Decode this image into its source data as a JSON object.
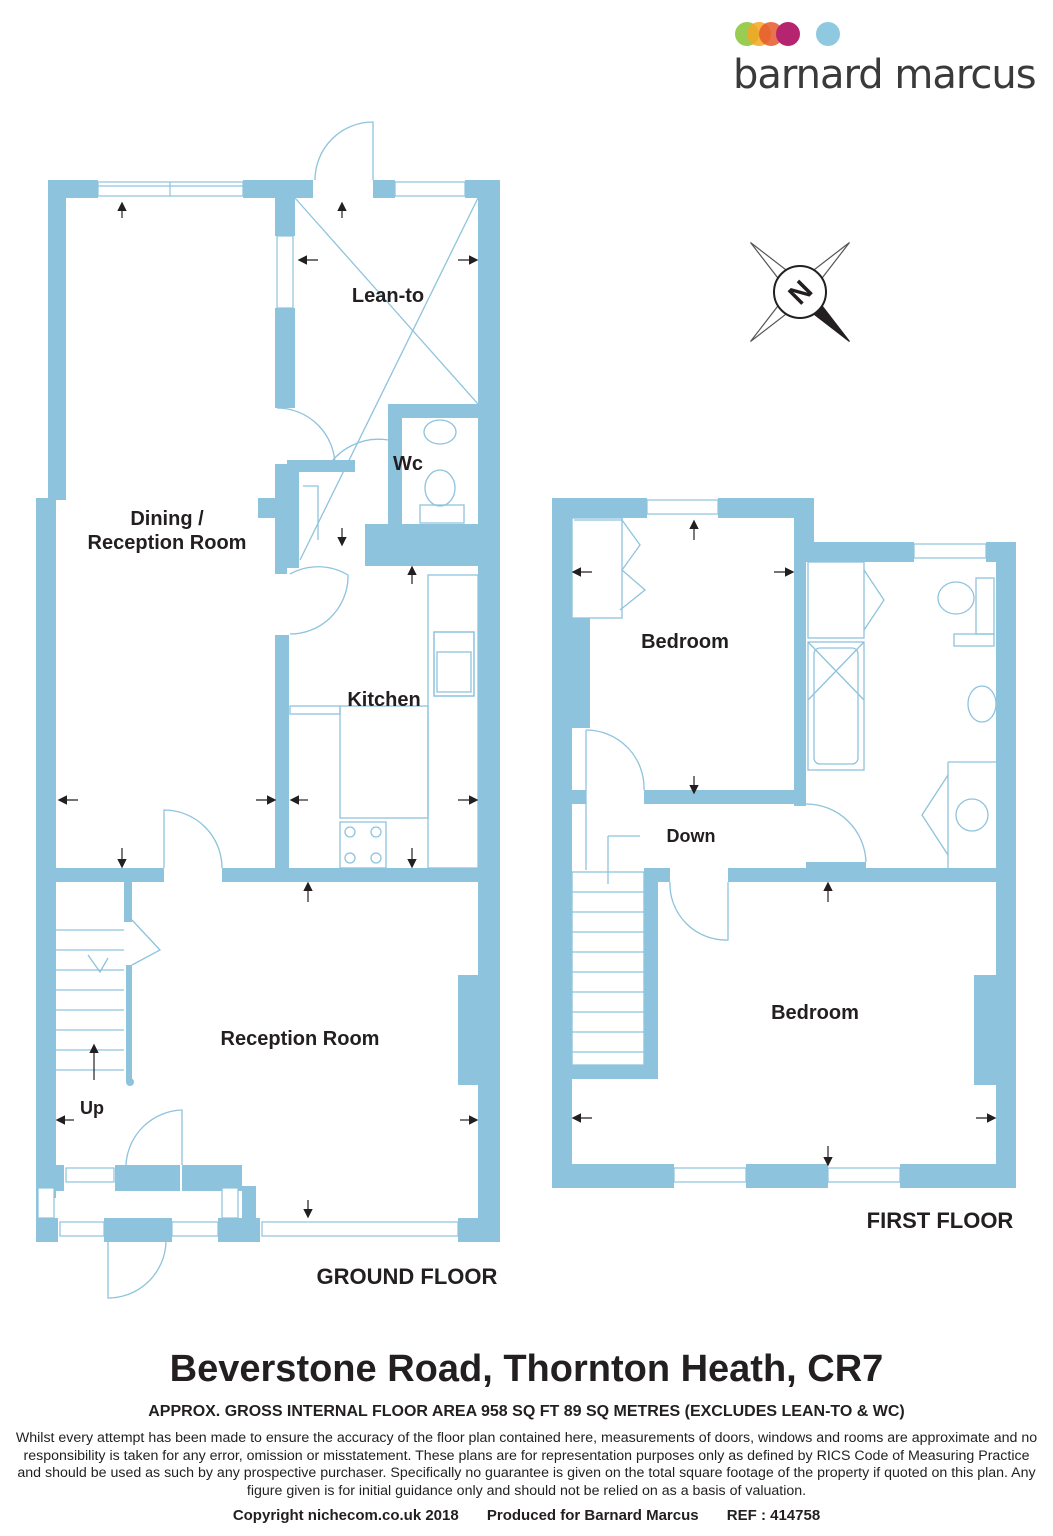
{
  "brand": {
    "name": "barnard marcus",
    "dot_colors": [
      "#8dc63f",
      "#f6a623",
      "#e5582b",
      "#b5246f",
      "#8ec9e0"
    ]
  },
  "colors": {
    "wall": "#8ec3dd",
    "text": "#231f20"
  },
  "ground_floor": {
    "label": "GROUND FLOOR",
    "rooms": {
      "lean_to": "Lean-to",
      "wc": "Wc",
      "dining_line1": "Dining /",
      "dining_line2": "Reception Room",
      "kitchen": "Kitchen",
      "reception": "Reception Room",
      "stairs_up": "Up"
    }
  },
  "first_floor": {
    "label": "FIRST FLOOR",
    "rooms": {
      "bedroom_rear": "Bedroom",
      "bedroom_front": "Bedroom",
      "stairs_down": "Down"
    }
  },
  "compass": {
    "north_letter": "N",
    "icon": "compass-rose-icon"
  },
  "footer": {
    "address": "Beverstone Road, Thornton Heath, CR7",
    "area_text": "APPROX. GROSS INTERNAL FLOOR AREA 958 SQ FT 89 SQ METRES (EXCLUDES LEAN-TO & WC)",
    "disclaimer": "Whilst every attempt has been made to ensure the accuracy of the floor plan contained here, measurements of doors, windows and rooms are approximate and no responsibility is taken for any error, omission or misstatement. These plans are for representation purposes only as defined by RICS Code of Measuring Practice and should be used as such by any prospective purchaser.  Specifically no guarantee is given on the total square footage of the property if quoted on this plan. Any figure given is for initial guidance only and should not be relied on as a basis of valuation.",
    "copyright": "Copyright nichecom.co.uk 2018",
    "produced_for": "Produced for Barnard Marcus",
    "reference": "REF : 414758"
  }
}
